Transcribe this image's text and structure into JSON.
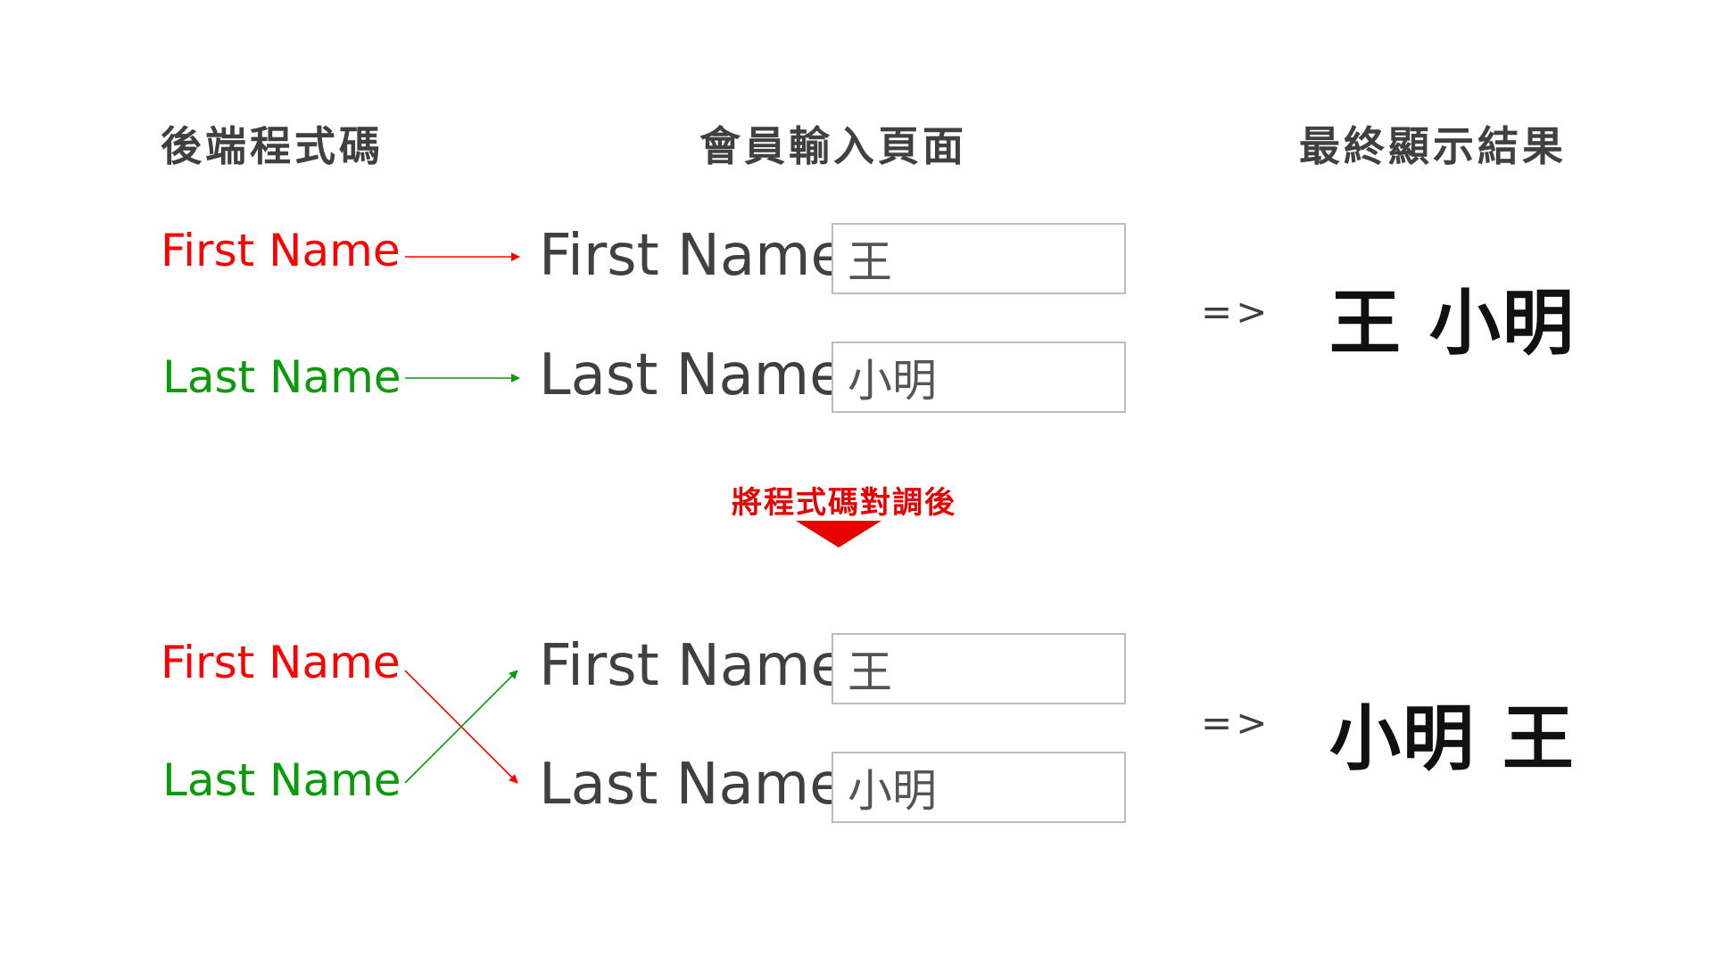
{
  "headers": {
    "backend_code": "後端程式碼",
    "member_input_page": "會員輸入頁面",
    "final_result": "最終顯示結果"
  },
  "top": {
    "code_first": "First Name",
    "code_last": "Last Name",
    "form_first_label": "First Name",
    "form_first_value": "王",
    "form_last_label": "Last Name",
    "form_last_value": "小明",
    "result_arrow": "=>",
    "result": "王 小明"
  },
  "divider": {
    "label": "將程式碼對調後"
  },
  "bottom": {
    "code_first": "First Name",
    "code_last": "Last Name",
    "form_first_label": "First Name",
    "form_first_value": "王",
    "form_last_label": "Last Name",
    "form_last_value": "小明",
    "result_arrow": "=>",
    "result": "小明 王"
  },
  "colors": {
    "first_name": "#ff0000",
    "last_name": "#0a9a0a",
    "text_dark": "#404040",
    "accent_red": "#e60000"
  }
}
